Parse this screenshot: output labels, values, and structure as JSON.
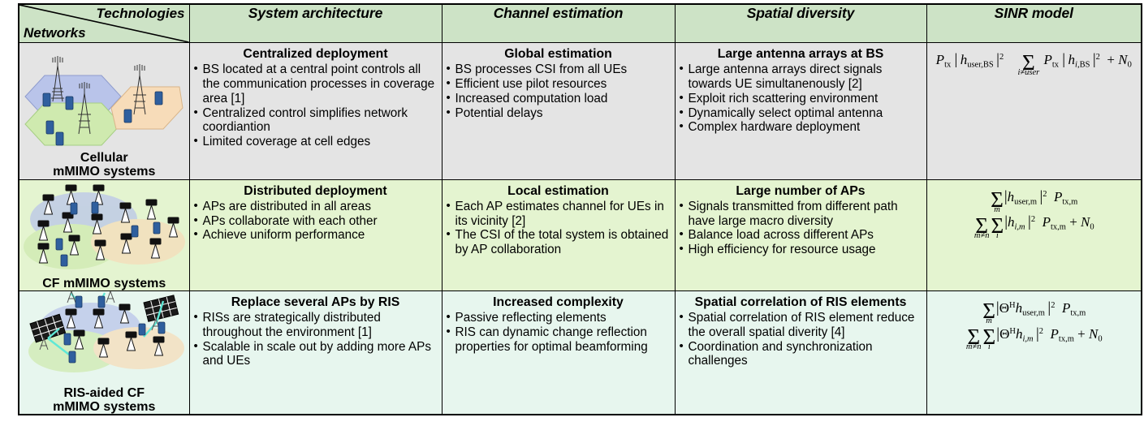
{
  "header": {
    "corner_top": "Technologies",
    "corner_bottom": "Networks",
    "columns": [
      "System architecture",
      "Channel estimation",
      "Spatial diversity",
      "SINR model"
    ]
  },
  "colors": {
    "header_bg": "#cde3c6",
    "row1_bg": "#e4e4e4",
    "row2_bg": "#e4f4d0",
    "row3_bg": "#e7f6ee",
    "cell_blue": "#b9c4ea",
    "cell_green": "#cfeaaf",
    "cell_orange": "#f7dcb9",
    "ue_blue": "#2f5f9e",
    "ris_teal": "#5fe8d6",
    "border": "#000000"
  },
  "rows": [
    {
      "network": {
        "label_line1": "Cellular",
        "label_line2": "mMIMO systems",
        "diagram": "cellular-hex-diagram"
      },
      "system_architecture": {
        "title": "Centralized deployment",
        "bullets": [
          "BS located at a central point controls all the communication processes in coverage area [1]",
          "Centralized control simplifies  network coordiantion",
          "Limited coverage at cell edges"
        ]
      },
      "channel_estimation": {
        "title": "Global estimation",
        "bullets": [
          "BS processes CSI from all UEs",
          "Efficient use pilot resources",
          "Increased computation load",
          "Potential delays"
        ]
      },
      "spatial_diversity": {
        "title": "Large antenna arrays at BS",
        "bullets": [
          "Large antenna arrays direct signals towards UE simultanenously [2]",
          "Exploit rich scattering environment",
          "Dynamically select optimal antenna",
          "Complex hardware deployment"
        ]
      },
      "sinr_model": {
        "numerator": "P_tx |h_user,BS|^2",
        "denominator": "sum_{i != user} P_tx |h_i,BS|^2 + N_0"
      }
    },
    {
      "network": {
        "label_line1": "CF mMIMO systems",
        "label_line2": "",
        "diagram": "cf-mmimo-ellipse-diagram"
      },
      "system_architecture": {
        "title": "Distributed deployment",
        "bullets": [
          "APs are distributed in all areas",
          "APs collaborate with each other",
          "Achieve uniform performance"
        ]
      },
      "channel_estimation": {
        "title": "Local estimation",
        "bullets": [
          "Each AP estimates channel for UEs in its vicinity [2]",
          "The CSI of the total system is obtained by AP collaboration"
        ]
      },
      "spatial_diversity": {
        "title": "Large number of APs",
        "bullets": [
          "Signals transmitted from different path have large macro diversity",
          "Balance load across different APs",
          "High efficiency for resource usage"
        ]
      },
      "sinr_model": {
        "numerator": "sum_m |h_user,m|^2 P_tx,m",
        "denominator": "sum_{m != n} sum_i |h_i,m|^2 P_tx,m + N_0"
      }
    },
    {
      "network": {
        "label_line1": "RIS-aided CF",
        "label_line2": "mMIMO systems",
        "diagram": "ris-aided-cf-diagram"
      },
      "system_architecture": {
        "title": "Replace several APs by RIS",
        "bullets": [
          "RISs are strategically distributed  throughout the environment [1]",
          "Scalable in scale out by adding more APs and UEs"
        ]
      },
      "channel_estimation": {
        "title": "Increased complexity",
        "bullets": [
          "Passive reflecting elements",
          "RIS can dynamic change reflection properties for optimal beamforming"
        ]
      },
      "spatial_diversity": {
        "title": "Spatial correlation of RIS elements",
        "bullets": [
          "Spatial correlation of RIS element reduce the overall spatial diverity [4]",
          "Coordination and synchronization challenges"
        ]
      },
      "sinr_model": {
        "numerator": "sum_m |Theta^H h_user,m|^2 P_tx,m",
        "denominator": "sum_{m != n} sum_i |Theta^H h_i,m|^2 P_tx,m + N_0"
      }
    }
  ]
}
